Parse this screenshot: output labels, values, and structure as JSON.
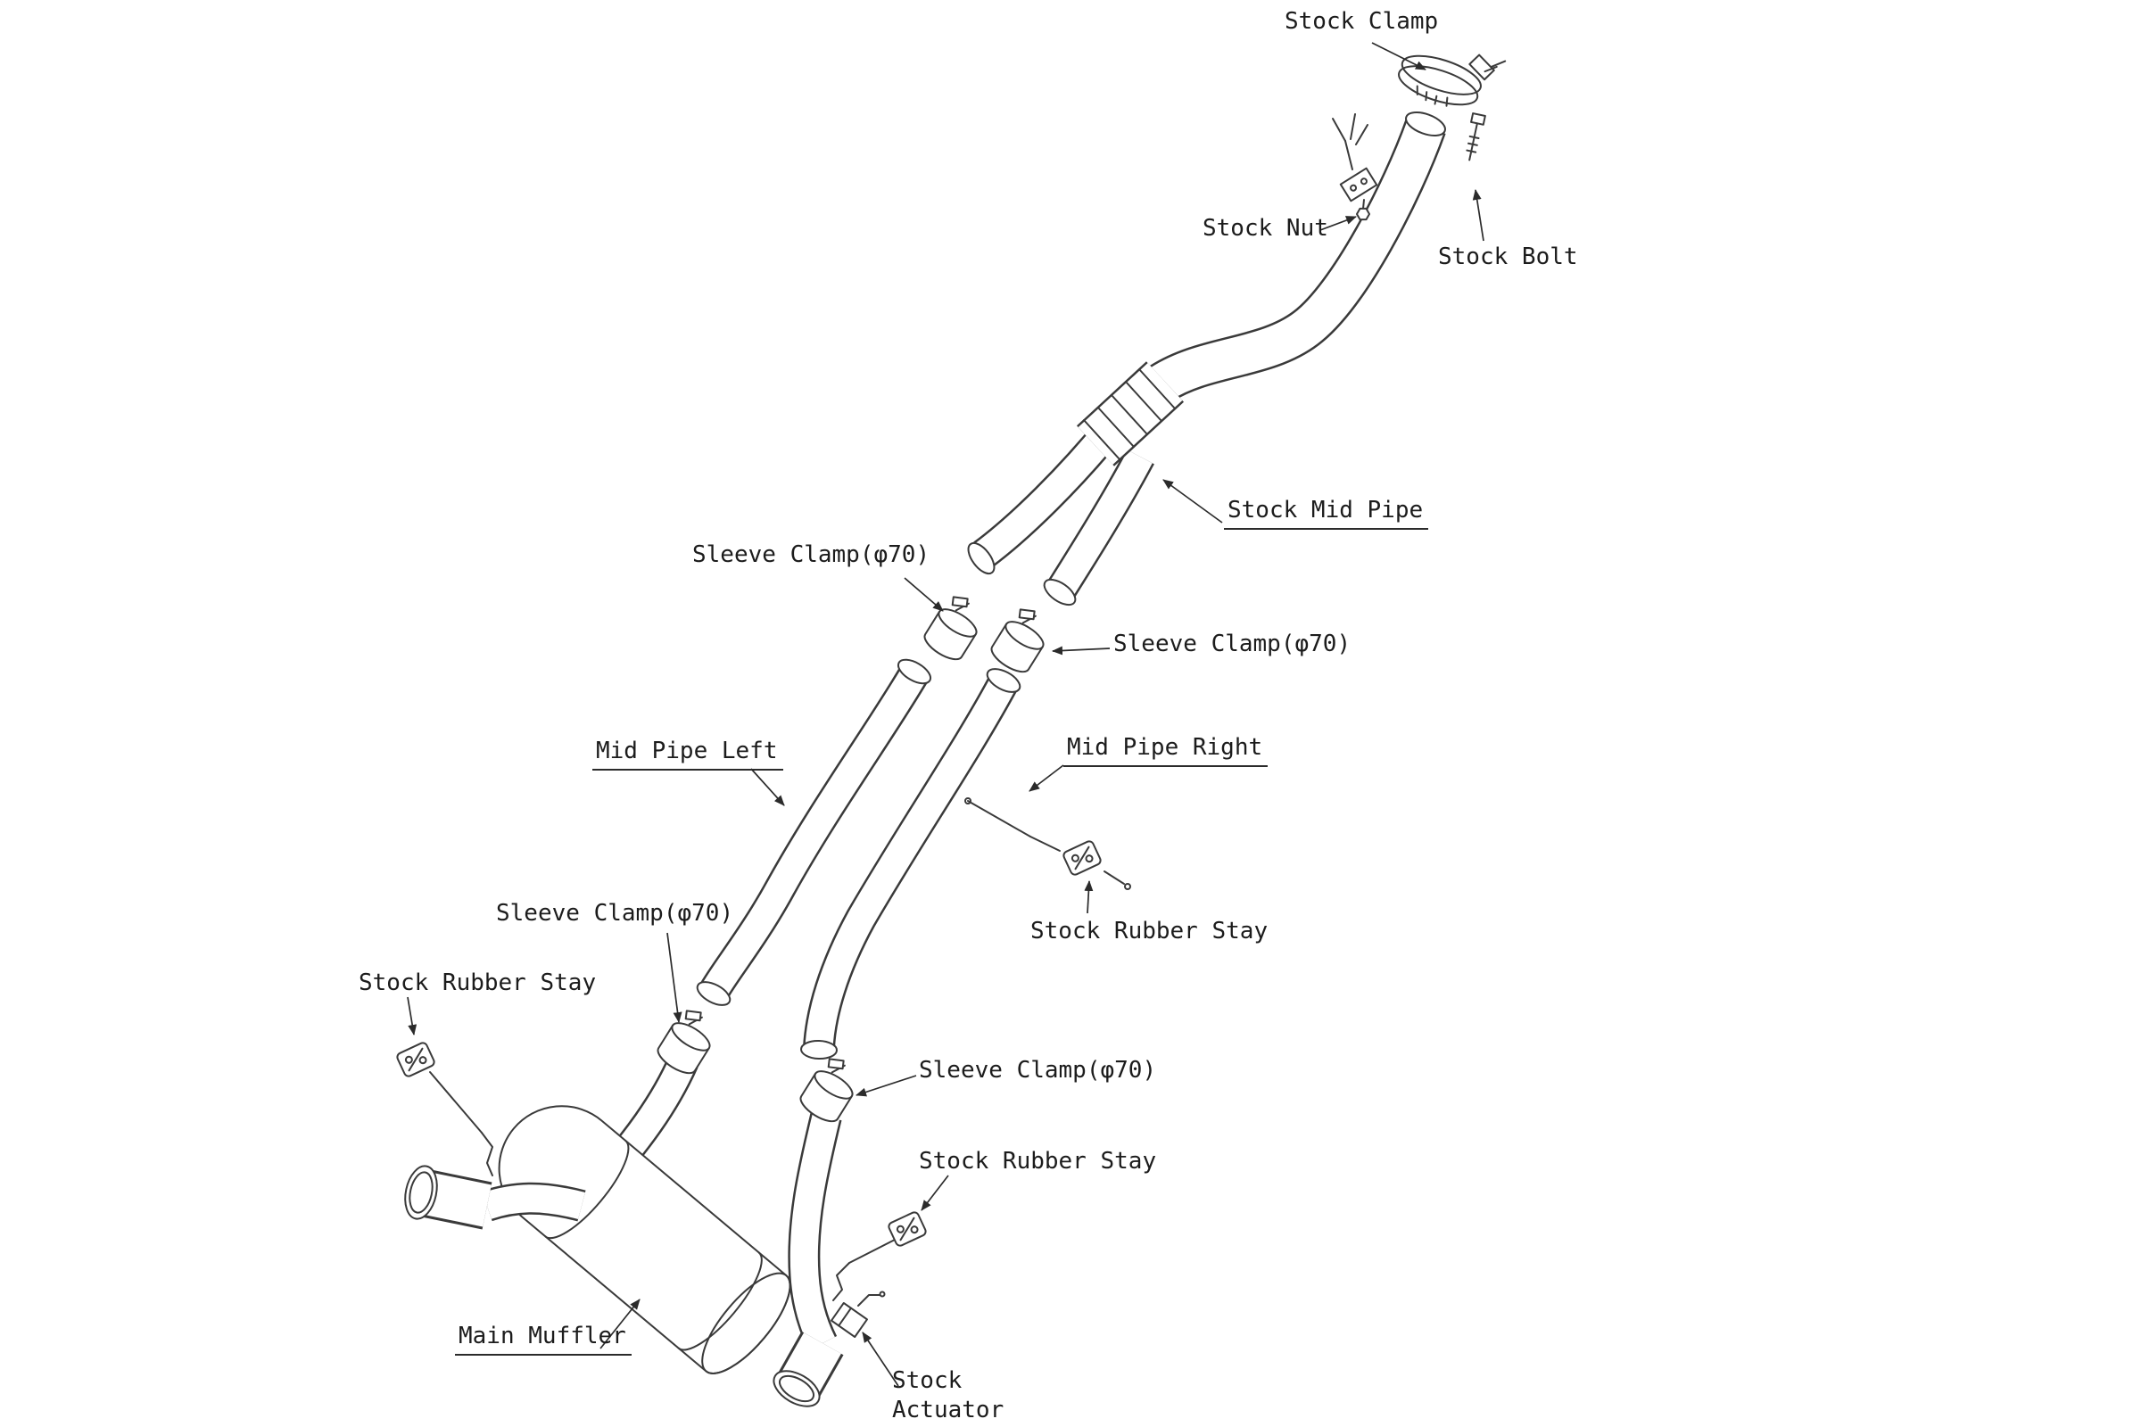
{
  "diagram": {
    "labels": {
      "stock_clamp": "Stock Clamp",
      "stock_nut": "Stock Nut",
      "stock_bolt": "Stock Bolt",
      "stock_mid_pipe": "Stock Mid Pipe",
      "sleeve_clamp_1": "Sleeve Clamp(φ70)",
      "sleeve_clamp_2": "Sleeve Clamp(φ70)",
      "sleeve_clamp_3": "Sleeve Clamp(φ70)",
      "sleeve_clamp_4": "Sleeve Clamp(φ70)",
      "rubber_stay_right": "Stock Rubber Stay",
      "rubber_stay_left": "Stock Rubber Stay",
      "rubber_stay_lower": "Stock Rubber Stay",
      "mid_pipe_left": "Mid Pipe Left",
      "mid_pipe_right": "Mid Pipe Right",
      "main_muffler": "Main Muffler",
      "stock_actuator": "Stock\nActuator"
    },
    "colors": {
      "line": "#3a3a3a",
      "text": "#1c1c1c",
      "background": "#ffffff"
    }
  }
}
